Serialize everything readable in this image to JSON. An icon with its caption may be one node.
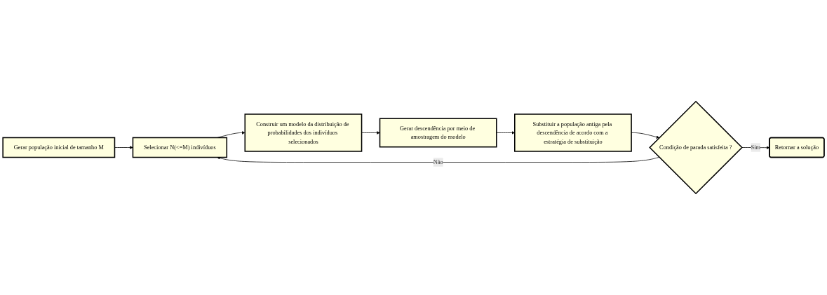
{
  "diagram": {
    "nodes": [
      {
        "text": [
          "Gerar população inicial de tamanho M"
        ]
      },
      {
        "text": [
          "Selecionar N(<=M) indivíduos"
        ]
      },
      {
        "text": [
          "Construir um modelo da distribuição de probabilidades dos indivíduos selecionados"
        ]
      },
      {
        "text": [
          "Gerar descendência por meio de amostragem do modelo"
        ]
      },
      {
        "text": [
          "Substituir a população antiga pela descendência de acordo com a estratégia de substituição"
        ]
      },
      {
        "text": [
          "Condição de parada satisfeita ?"
        ]
      },
      {
        "text": [
          "Retornar a solução"
        ]
      }
    ],
    "edges": [
      {
        "from": 0,
        "to": 1,
        "arrow": "to"
      },
      {
        "from": 1,
        "to": 2,
        "arrow": "to"
      },
      {
        "from": 2,
        "to": 3,
        "arrow": "to"
      },
      {
        "from": 3,
        "to": 4,
        "arrow": "to"
      },
      {
        "from": 4,
        "to": 5,
        "arrow": "to"
      },
      {
        "from": 5,
        "to": 1,
        "label": "Não",
        "arrow": "to"
      },
      {
        "from": 5,
        "to": 6,
        "label": "Sim",
        "arrow": "to"
      }
    ]
  }
}
